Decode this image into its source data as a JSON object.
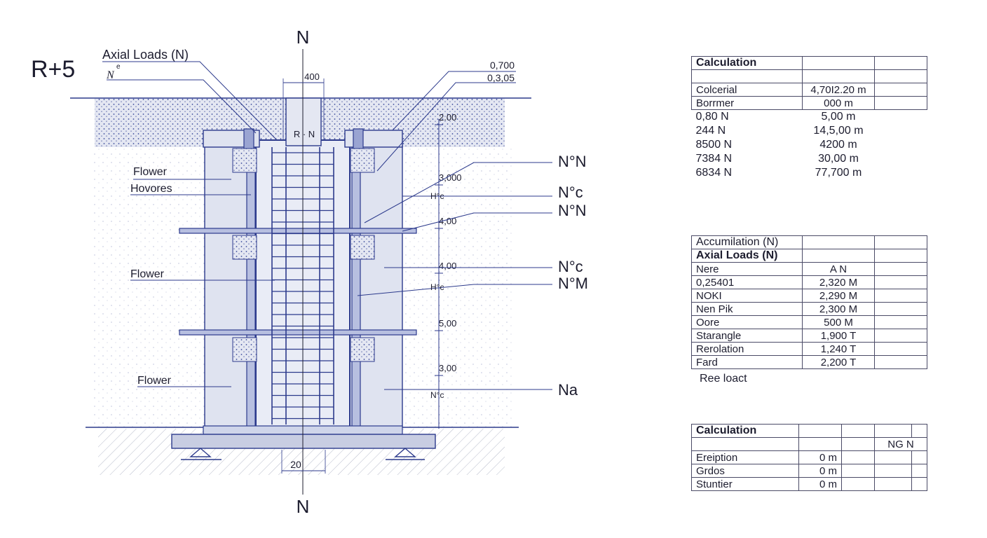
{
  "drawing": {
    "top_label": "N",
    "bottom_label": "N",
    "building_label": "R+5",
    "axial_loads_label": "Axial Loads (N)",
    "small_superscript": "e",
    "n_small": "N",
    "column_top_label": "R · N",
    "dim_top": "400",
    "dim_bottom": "20",
    "callout_top_1": "0,700",
    "callout_top_2": "0,3,05",
    "right_dims": [
      "2.00",
      "3,000",
      "4,00",
      "4,00",
      "5,00",
      "3,00"
    ],
    "small_h_labels": [
      "H°c",
      "H°c",
      "N°c"
    ],
    "left_labels": [
      "Flower",
      "Hovores",
      "Flower",
      "Flower"
    ],
    "right_labels": [
      "N°N",
      "N°c",
      "N°N",
      "N°c",
      "N°M",
      "Na"
    ],
    "colors": {
      "ink": "#2c3a8c",
      "fill": "#dfe3f0",
      "dots": "#3a4a9a",
      "ground": "#b8bccc"
    }
  },
  "table1": {
    "title": "Calculation",
    "rows": [
      {
        "label": "Colcerial",
        "value": "4,70I2.20 m"
      },
      {
        "label": "Borrmer",
        "value": "000 m"
      }
    ],
    "extra_rows": [
      {
        "label": "0,80 N",
        "value": "5,00 m"
      },
      {
        "label": "244 N",
        "value": "14,5,00 m"
      },
      {
        "label": "8500 N",
        "value": "4200 m"
      },
      {
        "label": "7384 N",
        "value": "30,00 m"
      },
      {
        "label": "6834 N",
        "value": "77,700 m"
      }
    ]
  },
  "table2": {
    "title": "Accumilation (N)",
    "subtitle": "Axial Loads (N)",
    "rows": [
      {
        "label": "Nere",
        "value": "A N"
      },
      {
        "label": "0,25401",
        "value": "2,320 M"
      },
      {
        "label": "NOKI",
        "value": "2,290 M"
      },
      {
        "label": "Nen Pik",
        "value": "2,300 M"
      },
      {
        "label": "Oore",
        "value": "500 M"
      },
      {
        "label": "Starangle",
        "value": "1,900 T"
      },
      {
        "label": "Rerolation",
        "value": "1,240 T"
      },
      {
        "label": "Fard",
        "value": "2,200 T"
      }
    ],
    "footer": "Ree loact"
  },
  "table3": {
    "title": "Calculation",
    "header_cell": "NG N",
    "rows": [
      {
        "label": "Ereiption",
        "value": "0 m"
      },
      {
        "label": "Grdos",
        "value": "0 m"
      },
      {
        "label": "Stuntier",
        "value": "0 m"
      }
    ]
  }
}
